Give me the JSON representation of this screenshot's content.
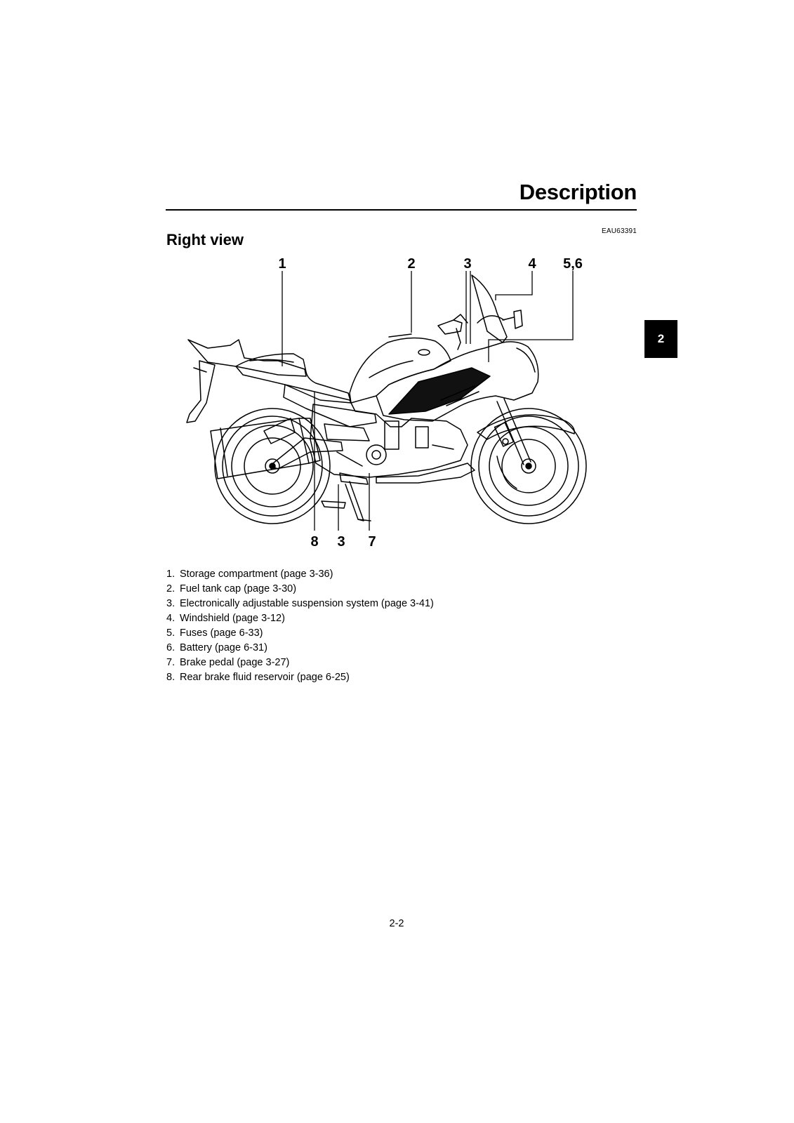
{
  "header": {
    "section_title": "Description",
    "code": "EAU63391"
  },
  "subtitle": "Right view",
  "chapter_tab": "2",
  "figure": {
    "icon": "motorcycle-right-view-icon",
    "callouts_top": [
      "1",
      "2",
      "3",
      "4",
      "5,6"
    ],
    "callouts_bottom": [
      "8",
      "3",
      "7"
    ]
  },
  "legend": [
    {
      "num": "1.",
      "text": "Storage compartment (page 3-36)"
    },
    {
      "num": "2.",
      "text": "Fuel tank cap (page 3-30)"
    },
    {
      "num": "3.",
      "text": "Electronically adjustable suspension system (page 3-41)"
    },
    {
      "num": "4.",
      "text": "Windshield (page 3-12)"
    },
    {
      "num": "5.",
      "text": "Fuses (page 6-33)"
    },
    {
      "num": "6.",
      "text": "Battery (page 6-31)"
    },
    {
      "num": "7.",
      "text": "Brake pedal (page 3-27)"
    },
    {
      "num": "8.",
      "text": "Rear brake fluid reservoir (page 6-25)"
    }
  ],
  "page_number": "2-2"
}
